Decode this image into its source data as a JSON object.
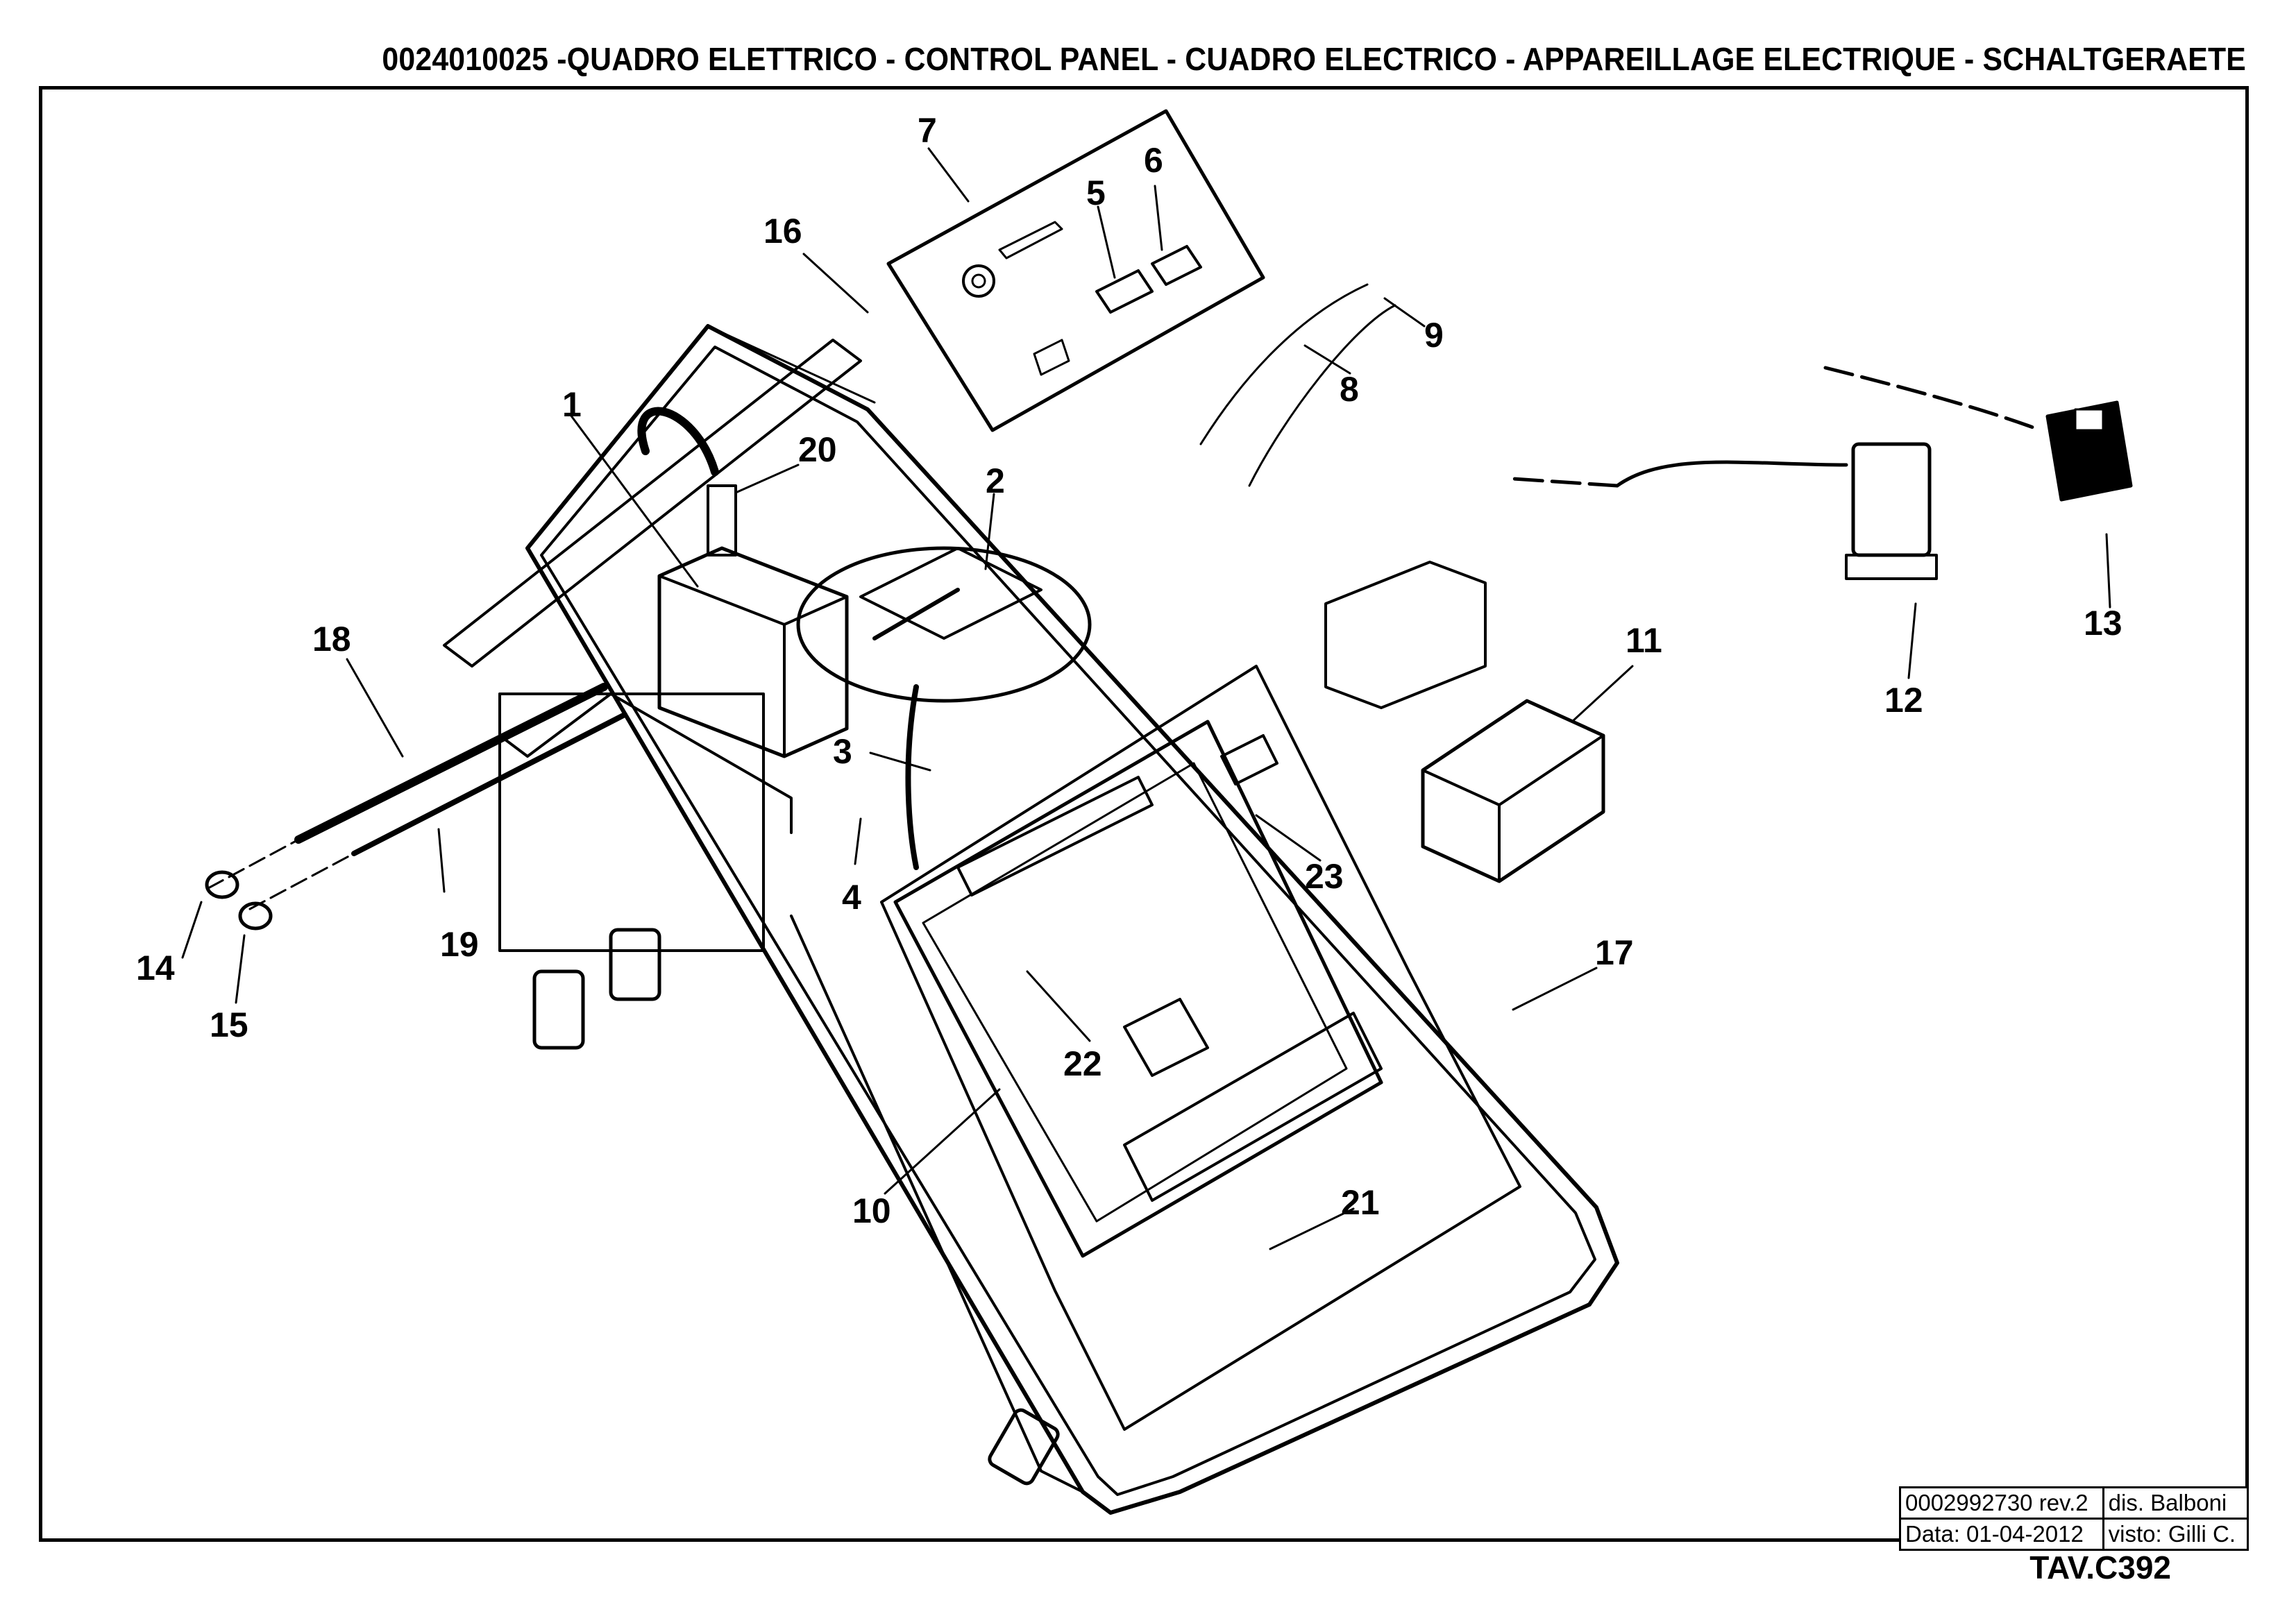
{
  "header": {
    "title": "0024010025 -QUADRO ELETTRICO - CONTROL PANEL - CUADRO ELECTRICO - APPAREILLAGE ELECTRIQUE - SCHALTGERAETE"
  },
  "callouts": [
    "1",
    "2",
    "3",
    "4",
    "5",
    "6",
    "7",
    "8",
    "9",
    "10",
    "11",
    "12",
    "13",
    "14",
    "15",
    "16",
    "17",
    "18",
    "19",
    "20",
    "21",
    "22",
    "23"
  ],
  "title_block": {
    "drawing_number": "0002992730 rev.2",
    "drawn_by": "dis. Balboni",
    "date": "Data: 01-04-2012",
    "checked_by": "visto: Gilli C."
  },
  "sheet_code": "TAV.C392"
}
